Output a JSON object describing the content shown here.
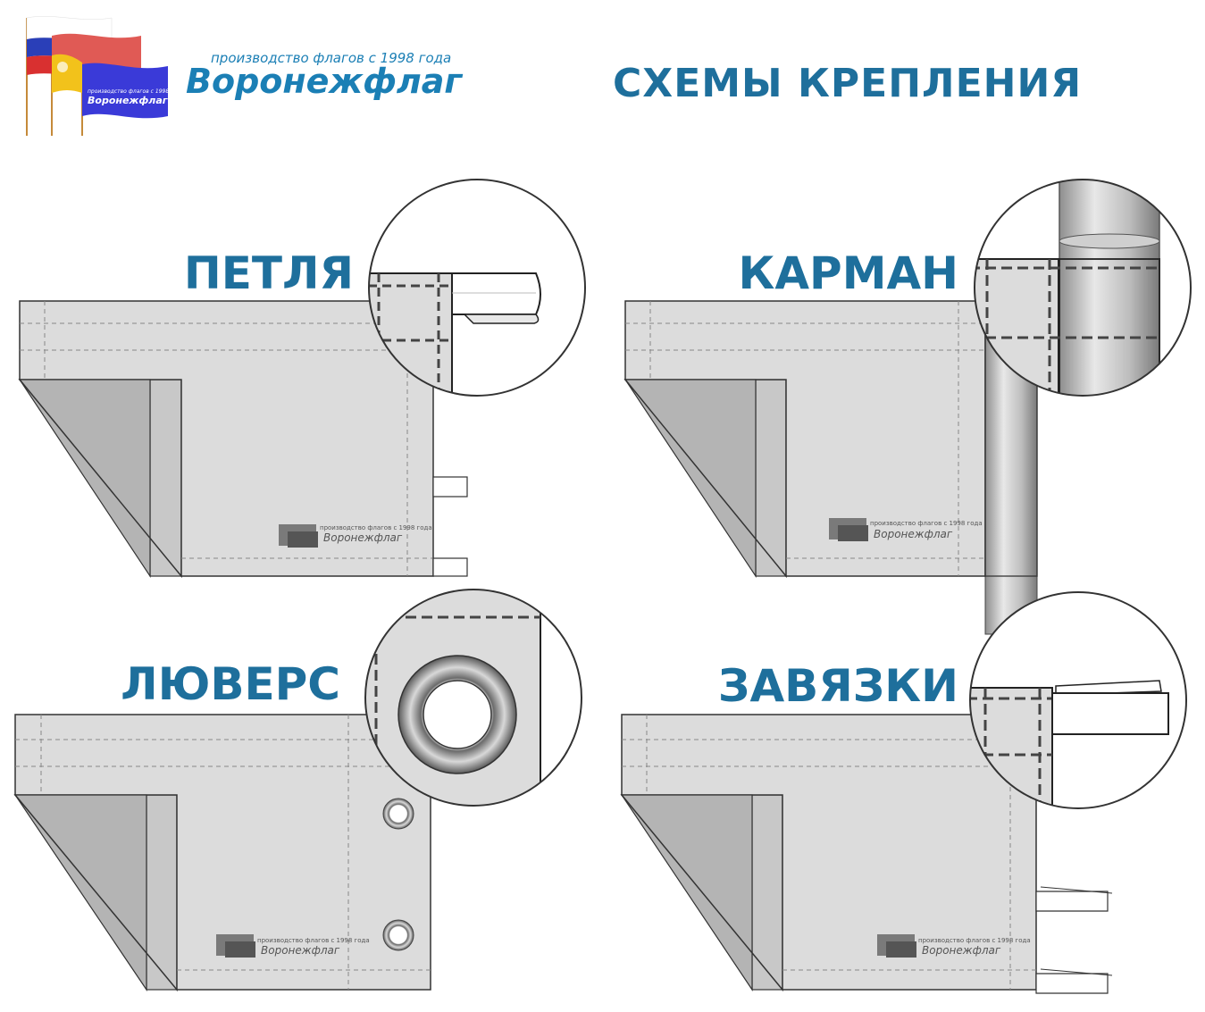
{
  "header": {
    "tagline": "производство флагов с 1998 года",
    "brand": "Воронежфлаг",
    "title": "СХЕМЫ КРЕПЛЕНИЯ"
  },
  "panels": [
    {
      "id": "loop",
      "label": "ПЕТЛЯ"
    },
    {
      "id": "pocket",
      "label": "КАРМАН"
    },
    {
      "id": "grommet",
      "label": "ЛЮВЕРС"
    },
    {
      "id": "ties",
      "label": "ЗАВЯЗКИ"
    }
  ],
  "flag_watermark": {
    "tagline": "производство флагов с 1998 года",
    "brand": "Воронежфлаг"
  },
  "colors": {
    "brand_blue": "#1b7fb5",
    "title_blue": "#1e6f9c",
    "fabric": "#dcdcdc",
    "fabric_back": "#bdbdbd",
    "stitch": "#555555",
    "flag_blue": "#3a3ad8",
    "flag_red": "#e05555",
    "flag_yellow": "#f2c21b"
  }
}
